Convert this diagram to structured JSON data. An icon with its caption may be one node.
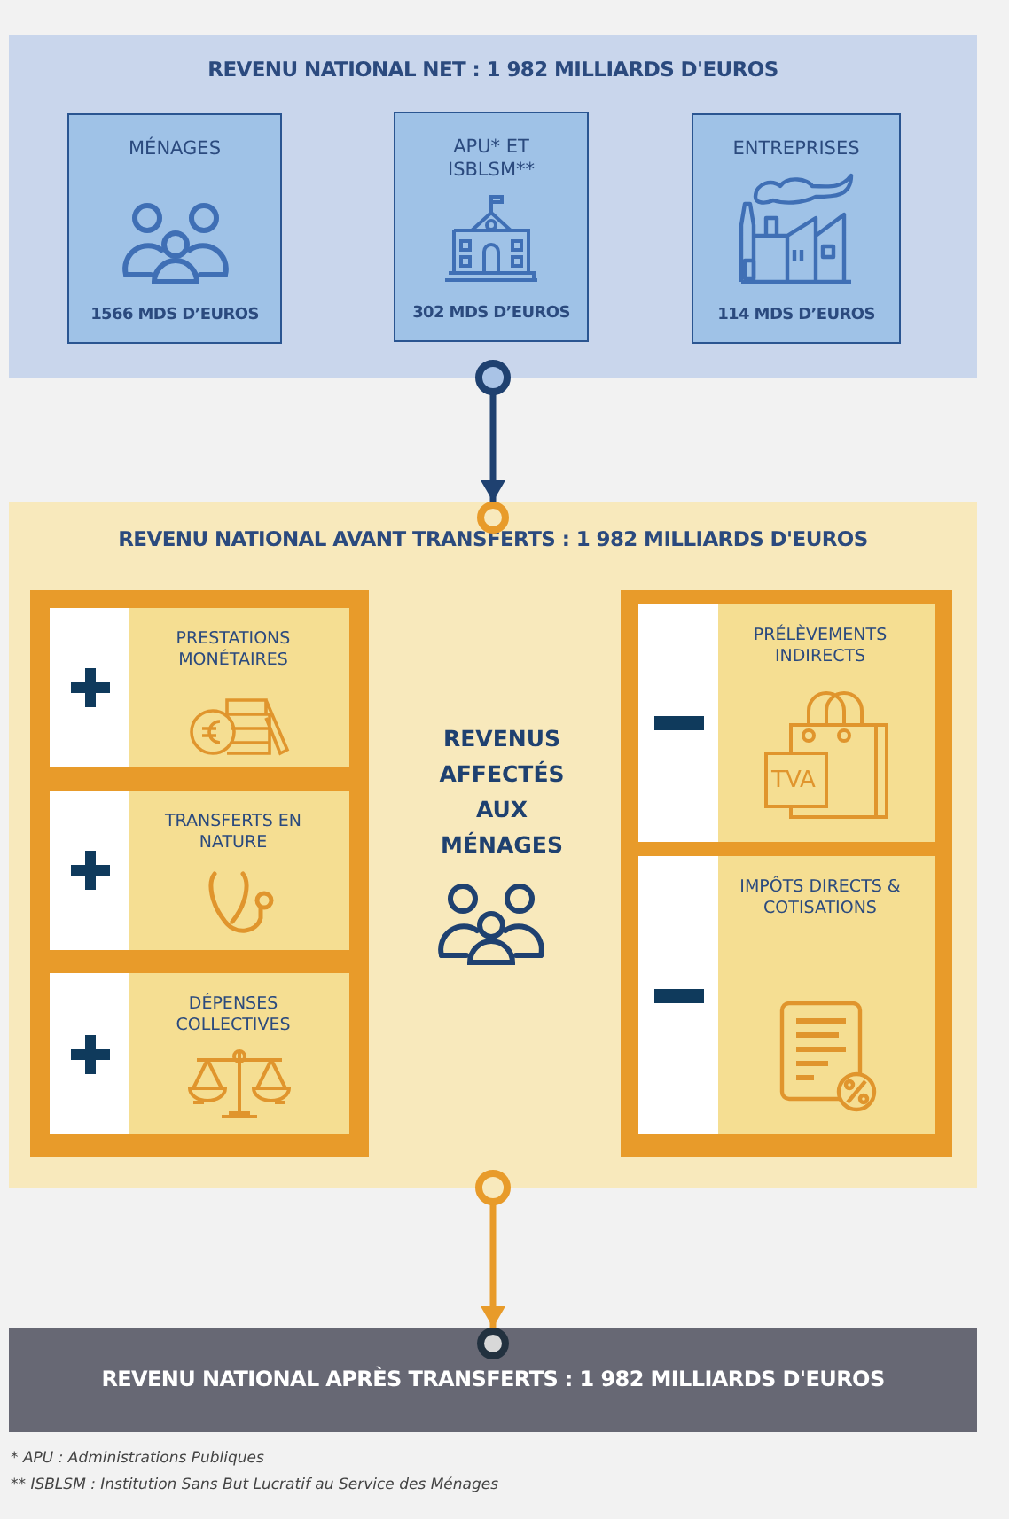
{
  "diagram": {
    "nodes": [
      {
        "text": [
          "REVENU NATIONAL NET : 1 982 MILLIARDS D'EUROS"
        ]
      },
      {
        "text": [
          "MÉNAGES",
          "1566 MDS D’EUROS"
        ],
        "in": 0
      },
      {
        "text": [
          "APU* ET ISBLSM**",
          "302 MDS D’EUROS"
        ],
        "in": 0
      },
      {
        "text": [
          "ENTREPRISES",
          "114 MDS D’EUROS"
        ],
        "in": 0
      },
      {
        "text": [
          "REVENU NATIONAL AVANT TRANSFERTS : 1 982 MILLIARDS D'EUROS"
        ]
      },
      {
        "text": [
          "PRESTATIONS MONÉTAIRES"
        ],
        "in": 4
      },
      {
        "text": [
          "TRANSFERTS EN NATURE"
        ],
        "in": 4
      },
      {
        "text": [
          "DÉPENSES COLLECTIVES"
        ],
        "in": 4
      },
      {
        "text": [
          "PRÉLÈVEMENTS INDIRECTS"
        ],
        "in": 4
      },
      {
        "text": [
          "IMPÔTS DIRECTS & COTISATIONS"
        ],
        "in": 4
      },
      {
        "text": [
          "REVENU NATIONAL APRÈS TRANSFERTS : 1 982 MILLIARDS D'EUROS"
        ]
      }
    ],
    "edges": [
      {
        "from": 0,
        "to": 4,
        "arrow": "to"
      },
      {
        "from": 4,
        "to": 10,
        "arrow": "to",
        "color": "#e89b2a"
      }
    ],
    "labels": [
      "REVENUS AFFECTÉS AUX MÉNAGES",
      "TVA",
      "* APU : Administrations Publiques",
      "** ISBLSM : Institution Sans But Lucratif au Service des Ménages"
    ]
  }
}
